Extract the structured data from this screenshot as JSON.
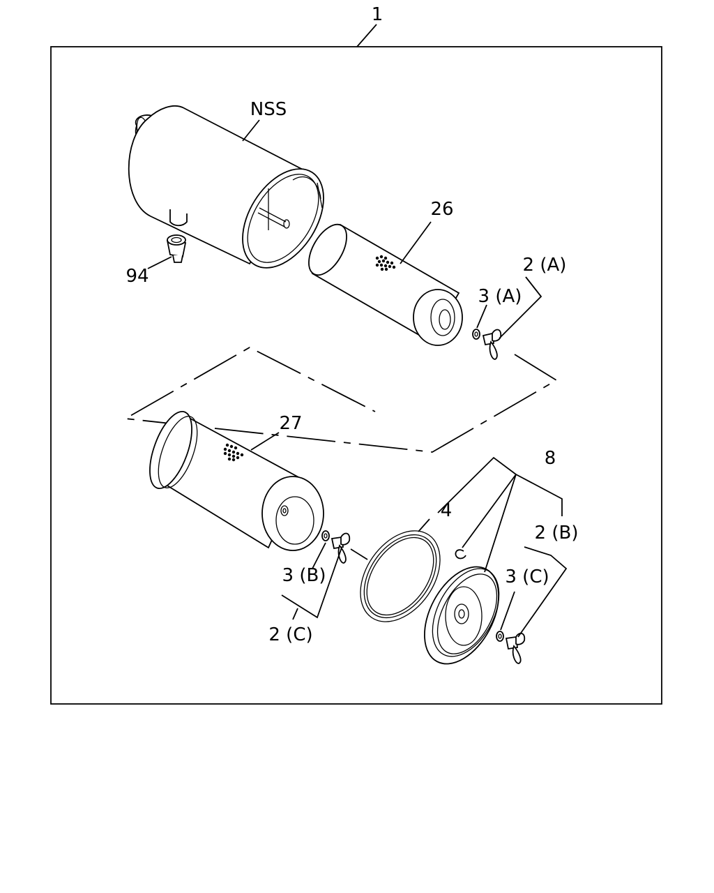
{
  "labels": {
    "assembly": "1",
    "nss": "NSS",
    "element_outer": "26",
    "element_inner": "27",
    "plug": "94",
    "seal_ring": "4",
    "cover_kit": "8",
    "wing_nut_a": "2 (A)",
    "washer_a": "3 (A)",
    "wing_nut_b": "2 (B)",
    "washer_b": "3 (B)",
    "wing_nut_c": "2 (C)",
    "washer_c": "3 (C)"
  }
}
